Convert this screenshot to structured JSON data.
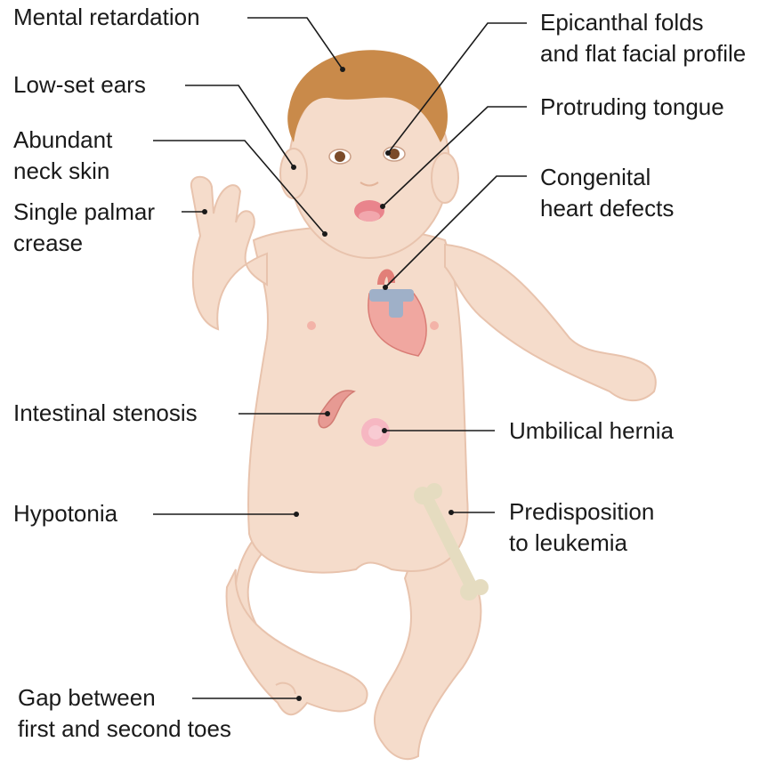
{
  "labels": {
    "mental_retardation": "Mental retardation",
    "low_set_ears": "Low-set ears",
    "abundant_neck_skin": [
      "Abundant",
      "neck skin"
    ],
    "single_palmar_crease": [
      "Single palmar",
      "crease"
    ],
    "intestinal_stenosis": "Intestinal stenosis",
    "hypotonia": "Hypotonia",
    "gap_toes": [
      "Gap between",
      "first and second toes"
    ],
    "epicanthal_folds": [
      "Epicanthal folds",
      "and flat facial profile"
    ],
    "protruding_tongue": "Protruding tongue",
    "congenital_heart": [
      "Congenital",
      "heart defects"
    ],
    "umbilical_hernia": "Umbilical hernia",
    "leukemia": [
      "Predisposition",
      "to leukemia"
    ]
  },
  "colors": {
    "skin": "#f5dccb",
    "skin_shadow": "#e8c3ad",
    "hair": "#c98a4a",
    "heart": "#f0a7a0",
    "vessel": "#9fb0c8",
    "bone": "#e5dcc0",
    "hernia": "#f6b7c2",
    "leader_line": "#1a1a1a"
  }
}
